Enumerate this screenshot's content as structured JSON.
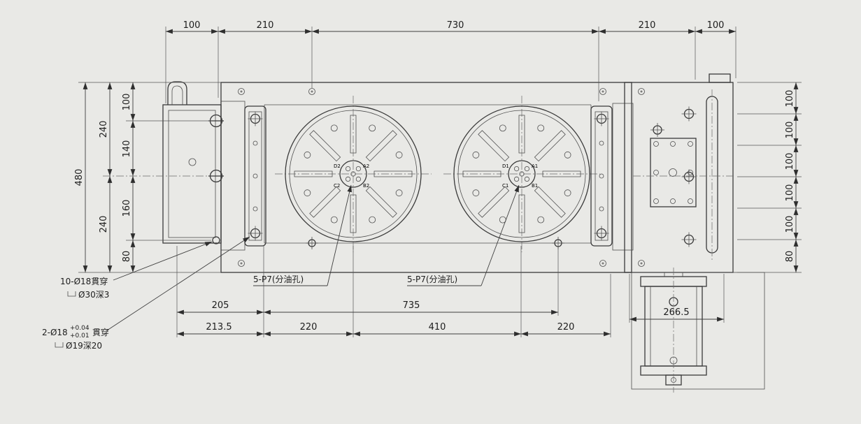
{
  "page": {
    "background": "#e9e9e6",
    "line_color": "#3a3a3a"
  },
  "dimensions": {
    "top": [
      "100",
      "210",
      "730",
      "210",
      "100"
    ],
    "left_overall": "480",
    "left_halves": [
      "240",
      "240"
    ],
    "left_inner": [
      "100",
      "140",
      "160",
      "80"
    ],
    "right": [
      "100",
      "100",
      "100",
      "100",
      "100",
      "80"
    ],
    "bottom_upper": [
      "205",
      "735"
    ],
    "bottom_lower": [
      "213.5",
      "220",
      "410",
      "220"
    ],
    "motor_width": "266.5"
  },
  "callouts": {
    "counterbore_line1": "10-Ø18貫穿",
    "counterbore_line2": "Ø30深3",
    "fit_prefix": "2-Ø18",
    "fit_tol_upper": "+0.04",
    "fit_tol_lower": "+0.01",
    "fit_suffix": "貫穿",
    "fit_line2": "Ø19深20",
    "oil_left": "5-P7(分油孔)",
    "oil_right": "5-P7(分油孔)"
  },
  "port_labels": {
    "left": [
      "D2",
      "A2",
      "C2",
      "B2"
    ],
    "right": [
      "D1",
      "A1",
      "C1",
      "B1"
    ]
  }
}
